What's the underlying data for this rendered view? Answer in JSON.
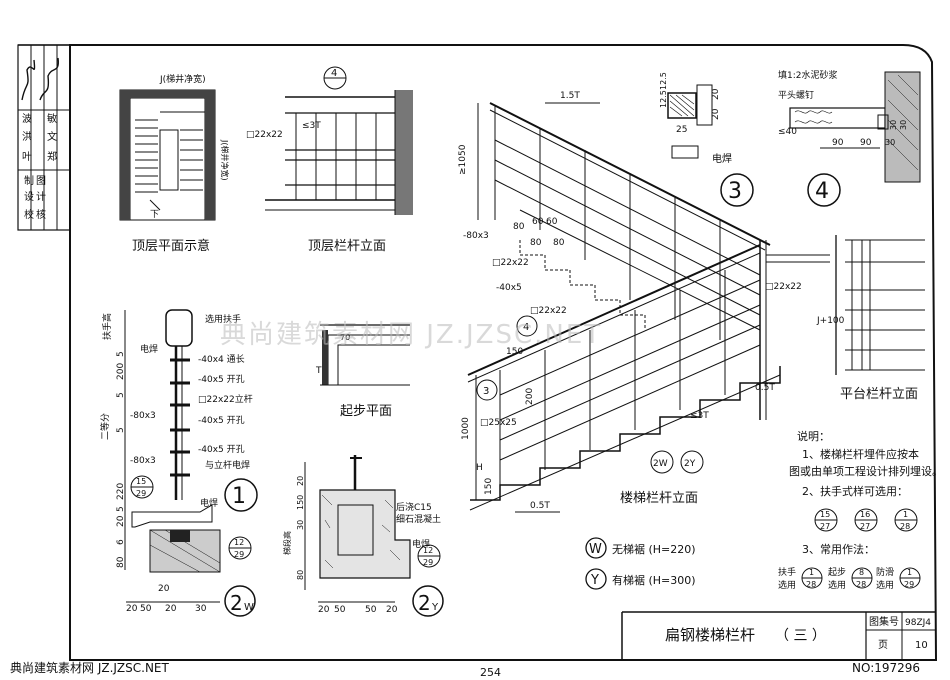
{
  "sheet": {
    "title": "扁钢楼梯栏杆",
    "title_suffix": "（ 三 ）",
    "atlas_label": "图集号",
    "atlas_no": "98ZJ4",
    "page_label": "页",
    "page_no": "10",
    "bottom_page_no": "254"
  },
  "signature_box": {
    "columns": [
      [
        "校",
        "设",
        "制"
      ],
      [
        "核",
        "计",
        "图"
      ],
      [
        "叶",
        "洪",
        "",
        "波"
      ],
      [
        "郑",
        "文",
        "敏"
      ]
    ],
    "signature": "刘德华 李元"
  },
  "watermark": {
    "center": "典尚建筑素材网 JZ.JZSC.NET",
    "bottom_left": "典尚建筑素材网 JZ.JZSC.NET",
    "bottom_right": "NO:197296"
  },
  "view_top_plan": {
    "caption": "顶层平面示意",
    "labels": [
      "J(梯井净宽)",
      "J(梯井净宽)",
      "下"
    ]
  },
  "view_top_rail": {
    "caption": "顶层栏杆立面",
    "labels": [
      "□22x22",
      "≤3T"
    ],
    "detail_mark": "4"
  },
  "view_stair_rail": {
    "caption": "楼梯栏杆立面",
    "labels": [
      "1.5T",
      "≥1050",
      "-80x3",
      "80",
      "60",
      "60",
      "80",
      "80",
      "□22x22",
      "-40x5",
      "□22x22",
      "□22x22",
      "150",
      "200",
      "□25x25",
      "1000",
      "H",
      "150",
      "0.5T",
      "≤3T",
      "0.5T"
    ],
    "detail_marks": [
      "3",
      "4"
    ],
    "callouts": [
      "2W",
      "2Y"
    ]
  },
  "detail_3": {
    "number": "3",
    "labels": [
      "12.5",
      "12.5",
      "25",
      "20",
      "20",
      "电焊"
    ]
  },
  "detail_4": {
    "number": "4",
    "labels": [
      "填1:2水泥砂浆",
      "平头螺钉",
      "≤40",
      "90",
      "90",
      "30",
      "30"
    ]
  },
  "view_platform_rail": {
    "caption": "平台栏杆立面",
    "labels": [
      "J+100"
    ]
  },
  "detail_1": {
    "number": "1",
    "labels": [
      "选用扶手",
      "电焊",
      "-40x4 通长",
      "-40x5 开孔",
      "□22x22立杆",
      "-40x5 开孔",
      "-40x5 开孔",
      "与立杆电焊",
      "电焊"
    ],
    "dims": [
      "扶手高",
      "5",
      "200",
      "5",
      "-80x3",
      "二等分",
      "5",
      "-80x3",
      "220",
      "5",
      "20",
      "6",
      "80",
      "20"
    ],
    "refs": [
      [
        "15",
        "29"
      ],
      [
        "12",
        "29"
      ]
    ]
  },
  "view_start_plan": {
    "caption": "起步平面",
    "labels": [
      "70",
      "T"
    ]
  },
  "detail_2w": {
    "label": "2",
    "sub": "W",
    "dims": [
      "20",
      "50",
      "20",
      "30"
    ]
  },
  "detail_2y": {
    "label": "2",
    "sub": "Y",
    "labels": [
      "后浇C15",
      "细石混凝土",
      "电焊"
    ],
    "dims": [
      "20",
      "150",
      "30",
      "梯段高",
      "80",
      "50",
      "50",
      "20",
      "20"
    ],
    "refs": [
      [
        "12",
        "29"
      ]
    ]
  },
  "legend": [
    {
      "symbol": "W",
      "text": "无梯裾 (H=220)"
    },
    {
      "symbol": "Y",
      "text": "有梯裾 (H=300)"
    }
  ],
  "notes": {
    "heading": "说明：",
    "items": [
      "1、楼梯栏杆埋件应按本",
      "图或由单项工程设计排列埋设。",
      "2、扶手式样可选用：",
      "3、常用作法："
    ],
    "handrail_refs": [
      [
        "15",
        "27"
      ],
      [
        "16",
        "27"
      ],
      [
        "1",
        "28"
      ]
    ],
    "common_labels": [
      "扶手",
      "选用",
      "起步",
      "选用",
      "防滑",
      "选用"
    ],
    "common_refs": [
      [
        "1",
        "28"
      ],
      [
        "8",
        "28"
      ],
      [
        "1",
        "29"
      ]
    ]
  }
}
